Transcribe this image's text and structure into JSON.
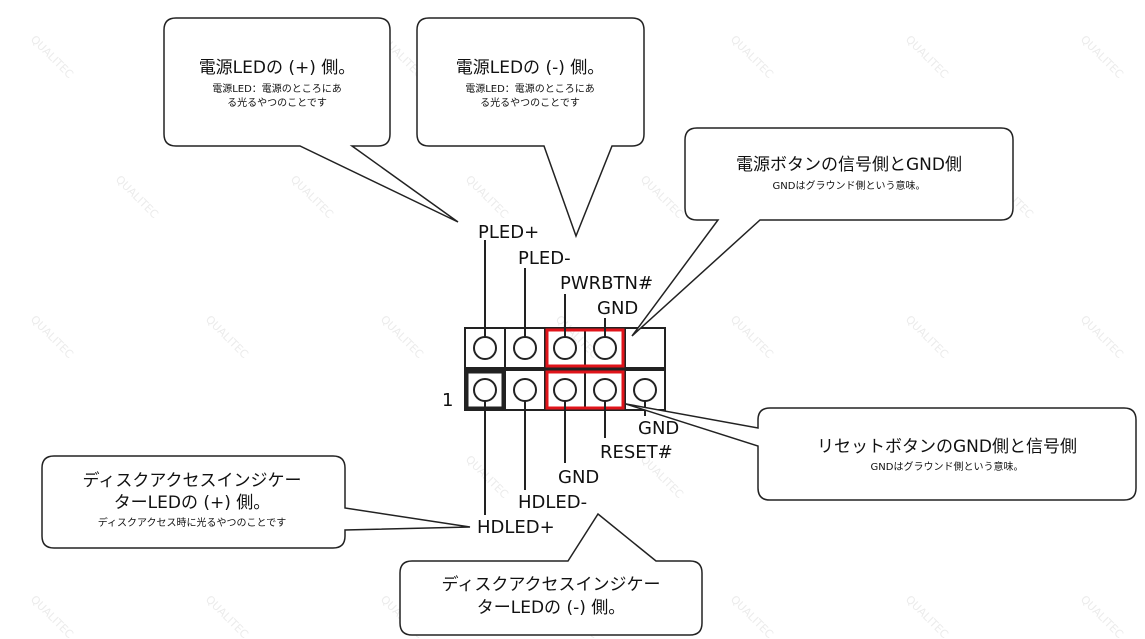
{
  "callouts": {
    "pled_plus": {
      "title": "電源LEDの (+) 側。",
      "sub_lines": [
        "電源LED：電源のところにあ",
        "る光るやつのことです"
      ]
    },
    "pled_minus": {
      "title": "電源LEDの (-) 側。",
      "sub_lines": [
        "電源LED：電源のところにあ",
        "る光るやつのことです"
      ]
    },
    "pwrbtn": {
      "title": "電源ボタンの信号側とGND側",
      "sub_lines": [
        "GNDはグラウンド側という意味。"
      ]
    },
    "reset": {
      "title": "リセットボタンのGND側と信号側",
      "sub_lines": [
        "GNDはグラウンド側という意味。"
      ]
    },
    "hdled_plus": {
      "title_lines": [
        "ディスクアクセスインジケー",
        "ターLEDの (+) 側。"
      ],
      "sub_lines": [
        "ディスクアクセス時に光るやつのことです"
      ]
    },
    "hdled_minus": {
      "title_lines": [
        "ディスクアクセスインジケー",
        "ターLEDの (-) 側。"
      ]
    }
  },
  "pins": {
    "pled_plus": "PLED+",
    "pled_minus": "PLED-",
    "pwrbtn": "PWRBTN#",
    "gnd_top": "GND",
    "pin1": "1",
    "gnd_right": "GND",
    "reset": "RESET#",
    "gnd_bottom": "GND",
    "hdled_minus": "HDLED-",
    "hdled_plus": "HDLED+"
  },
  "watermark": "QUALITEC",
  "colors": {
    "highlight": "#e0141b",
    "line": "#222222",
    "bubble_border": "#222222"
  }
}
